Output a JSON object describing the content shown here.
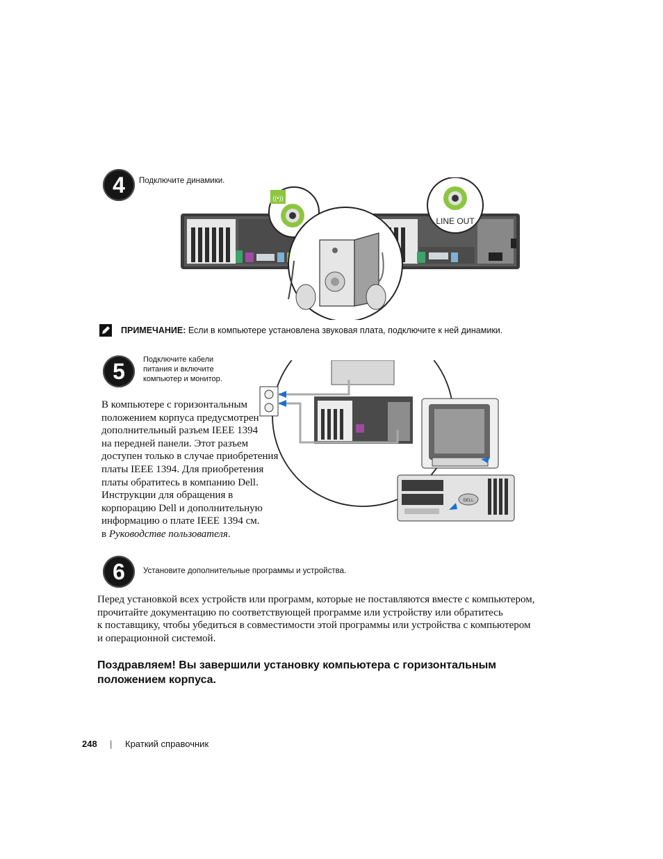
{
  "steps": [
    {
      "number": "4",
      "text": "Подключите динамики."
    },
    {
      "number": "5",
      "text_lines": [
        "Подключите кабели",
        "питания и включите",
        "компьютер и монитор."
      ]
    },
    {
      "number": "6",
      "text": "Установите дополнительные программы и устройства."
    }
  ],
  "diagram_labels": {
    "line_out": "LINE OUT",
    "audio_icon": "((•))",
    "dell_logo": "DELL"
  },
  "note": {
    "label": "ПРИМЕЧАНИЕ:",
    "text": " Если в компьютере установлена звуковая плата, подключите к ней динамики."
  },
  "ieee_paragraph": {
    "lines": [
      "В компьютере с горизонтальным",
      "положением корпуса предусмотрен",
      "дополнительный разъем IEEE 1394",
      "на передней панели. Этот разъем",
      "доступен только в случае приобретения",
      "платы IEEE 1394. Для приобретения",
      "платы обратитесь в компанию Dell.",
      "Инструкции для обращения в",
      "корпорацию Dell и дополнительную",
      "информацию о плате IEEE 1394 см."
    ],
    "last_prefix": "в ",
    "last_italic": "Руководстве пользователя",
    "last_suffix": "."
  },
  "install_paragraph": {
    "lines": [
      "Перед установкой всех устройств или программ, которые не поставляются вместе с компьютером,",
      "прочитайте документацию по соответствующей программе или устройству или обратитесь",
      "к поставщику, чтобы убедиться в совместимости этой программы или устройства с компьютером",
      "и операционной системой."
    ]
  },
  "congrats_heading": [
    "Поздравляем! Вы завершили установку компьютера с горизонтальным",
    "положением корпуса."
  ],
  "footer": {
    "page_number": "248",
    "separator": "|",
    "title": "Краткий справочник"
  },
  "colors": {
    "accent_green": "#8cc63f",
    "arrow_blue": "#1b6fd1",
    "badge": "#161616"
  }
}
